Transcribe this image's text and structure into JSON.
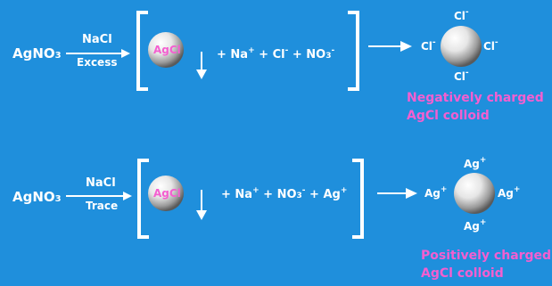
{
  "top": {
    "reactant": "AgNO",
    "reactant_sub": "3",
    "reagent": "NaCl",
    "condition": "Excess",
    "precipitate": "AgCl",
    "ions": [
      {
        "text": "+ Na",
        "sup": "+"
      },
      {
        "text": " + Cl",
        "sup": "-"
      },
      {
        "text": " + NO",
        "sub": "3",
        "sup": "-"
      }
    ],
    "adsorbed_ion": "Cl",
    "adsorbed_charge": "-",
    "label_line1": "Negatively charged",
    "label_line2": "AgCl colloid"
  },
  "bottom": {
    "reactant": "AgNO",
    "reactant_sub": "3",
    "reagent": "NaCl",
    "condition": "Trace",
    "precipitate": "AgCl",
    "ions": [
      {
        "text": "+ Na",
        "sup": "+"
      },
      {
        "text": " + NO",
        "sub": "3",
        "sup": "-"
      },
      {
        "text": " + Ag",
        "sup": "+"
      }
    ],
    "adsorbed_ion": "Ag",
    "adsorbed_charge": "+",
    "label_line1": "Positively charged",
    "label_line2": "AgCl colloid"
  },
  "colors": {
    "background": "#1f8fdc",
    "text": "#ffffff",
    "accent": "#f45fd0"
  }
}
